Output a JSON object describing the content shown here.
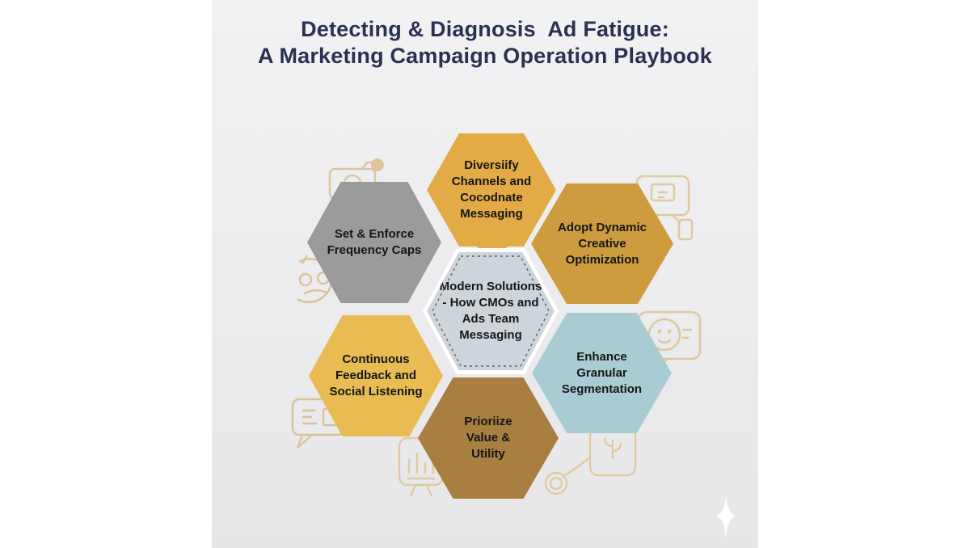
{
  "title": {
    "line1": "Detecting & Diagnosis  Ad Fatigue:",
    "line2": "A Marketing Campaign Operation Playbook",
    "color": "#2b3152"
  },
  "hexagons": [
    {
      "id": "top",
      "label": "Diversiify\nChannels and\nCocodnate Messaging",
      "color": "#e2ab45"
    },
    {
      "id": "top-left",
      "label": "Set & Enforce\nFrequency Caps",
      "color": "#9b9b9b"
    },
    {
      "id": "top-right",
      "label": "Adopt Dynamic\nCreative\nOptimization",
      "color": "#cd9c3e"
    },
    {
      "id": "center",
      "label": "Modern Solutions\n- How CMOs and\nAds Team\nMessaging",
      "color": "#cdd4da",
      "border_style": "white band with dark dashed outline"
    },
    {
      "id": "bottom-left",
      "label": "Continuous\nFeedback and\nSocial Listening",
      "color": "#e8bc53"
    },
    {
      "id": "bottom-right",
      "label": "Enhance\nGranular\nSegmentation",
      "color": "#a9cbd3"
    },
    {
      "id": "bottom",
      "label": "Prioriize\nValue &\nUtility",
      "color": "#a87e41"
    }
  ],
  "colors": {
    "panel_background": "#ededef",
    "page_background": "#ffffff",
    "hex_text": "#161616",
    "doodle_stroke": "#dcbf8e",
    "center_dash": "#4f616e"
  },
  "decorative_icons": [
    "camera-doodle-icon",
    "sad-face-doodle-icon",
    "chat-bubble-doodle-icon",
    "bar-chart-board-doodle-icon",
    "monitor-doodle-icon",
    "smiley-bubble-doodle-icon",
    "plant-card-doodle-icon",
    "sparkle-icon"
  ]
}
